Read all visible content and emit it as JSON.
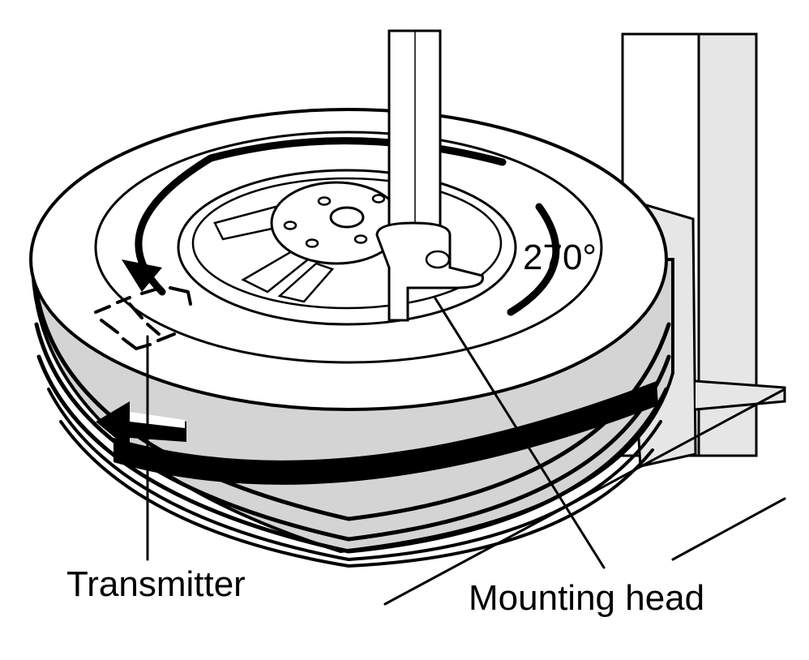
{
  "labels": {
    "angle": "270°",
    "transmitter": "Transmitter",
    "mounting_head": "Mounting head"
  },
  "colors": {
    "line": "#000000",
    "tire_gray": "#d4d4d4",
    "machine_gray": "#e6e6e6",
    "background": "#ffffff"
  },
  "icons": [
    "rotation-arrow-icon",
    "direction-arrow-icon",
    "transmitter-outline-icon"
  ]
}
